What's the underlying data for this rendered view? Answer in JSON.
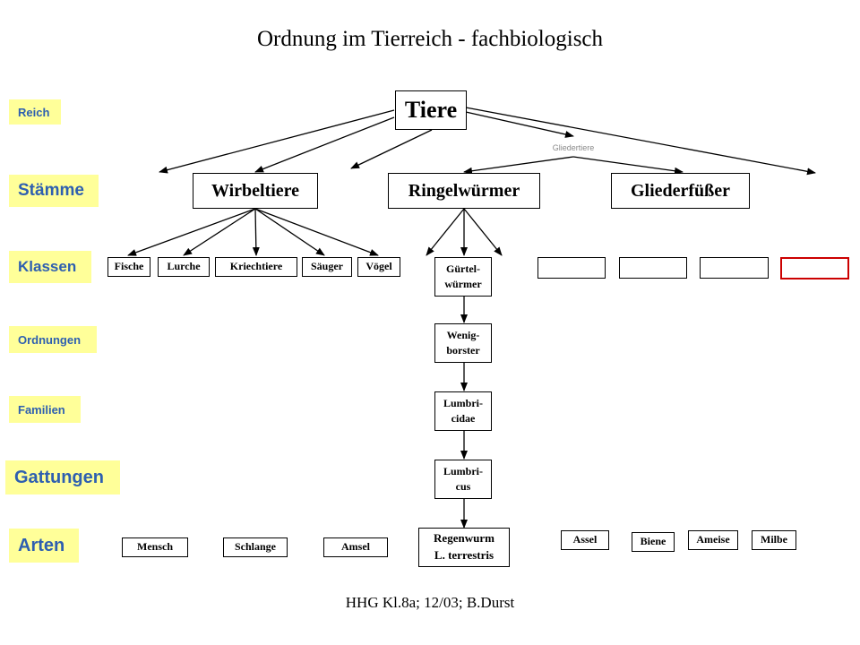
{
  "title": "Ordnung im Tierreich - fachbiologisch",
  "footer": "HHG Kl.8a;  12/03; B.Durst",
  "ranks": {
    "reich": "Reich",
    "staemme": "Stämme",
    "klassen": "Klassen",
    "ordnungen": "Ordnungen",
    "familien": "Familien",
    "gattungen": "Gattungen",
    "arten": "Arten"
  },
  "root": "Tiere",
  "gliedertiere_label": "Gliedertiere",
  "staemme": {
    "wirbeltiere": "Wirbeltiere",
    "ringelwuermer": "Ringelwürmer",
    "gliederfuesser": "Gliederfüßer"
  },
  "klassen": {
    "fische": "Fische",
    "lurche": "Lurche",
    "kriechtiere": "Kriechtiere",
    "saeuger": "Säuger",
    "voegel": "Vögel",
    "guertelwuermer_1": "Gürtel-",
    "guertelwuermer_2": "würmer"
  },
  "ordnung": {
    "line1": "Wenig-",
    "line2": "borster"
  },
  "familie": {
    "line1": "Lumbri-",
    "line2": "cidae"
  },
  "gattung": {
    "line1": "Lumbri-",
    "line2": "cus"
  },
  "arten": {
    "mensch": "Mensch",
    "schlange": "Schlange",
    "amsel": "Amsel",
    "regenwurm_1": "Regenwurm",
    "regenwurm_2": "L. terrestris",
    "assel": "Assel",
    "biene": "Biene",
    "ameise": "Ameise",
    "milbe": "Milbe"
  },
  "colors": {
    "rank_bg": "#ffff99",
    "rank_text": "#2e5fb0",
    "highlight_border": "#cc0000"
  }
}
